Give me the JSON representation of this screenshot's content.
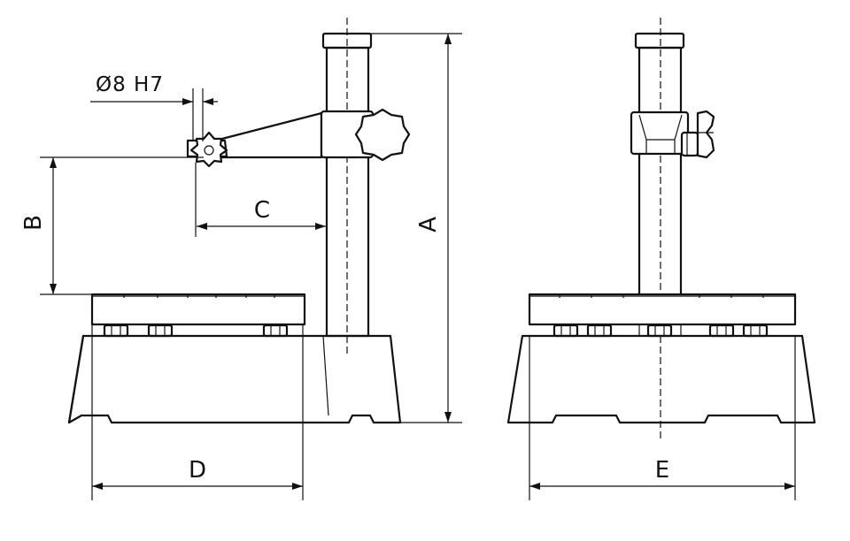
{
  "labels": {
    "a": "A",
    "b": "B",
    "c": "C",
    "d": "D",
    "e": "E",
    "bore": "Ø8 H7"
  }
}
